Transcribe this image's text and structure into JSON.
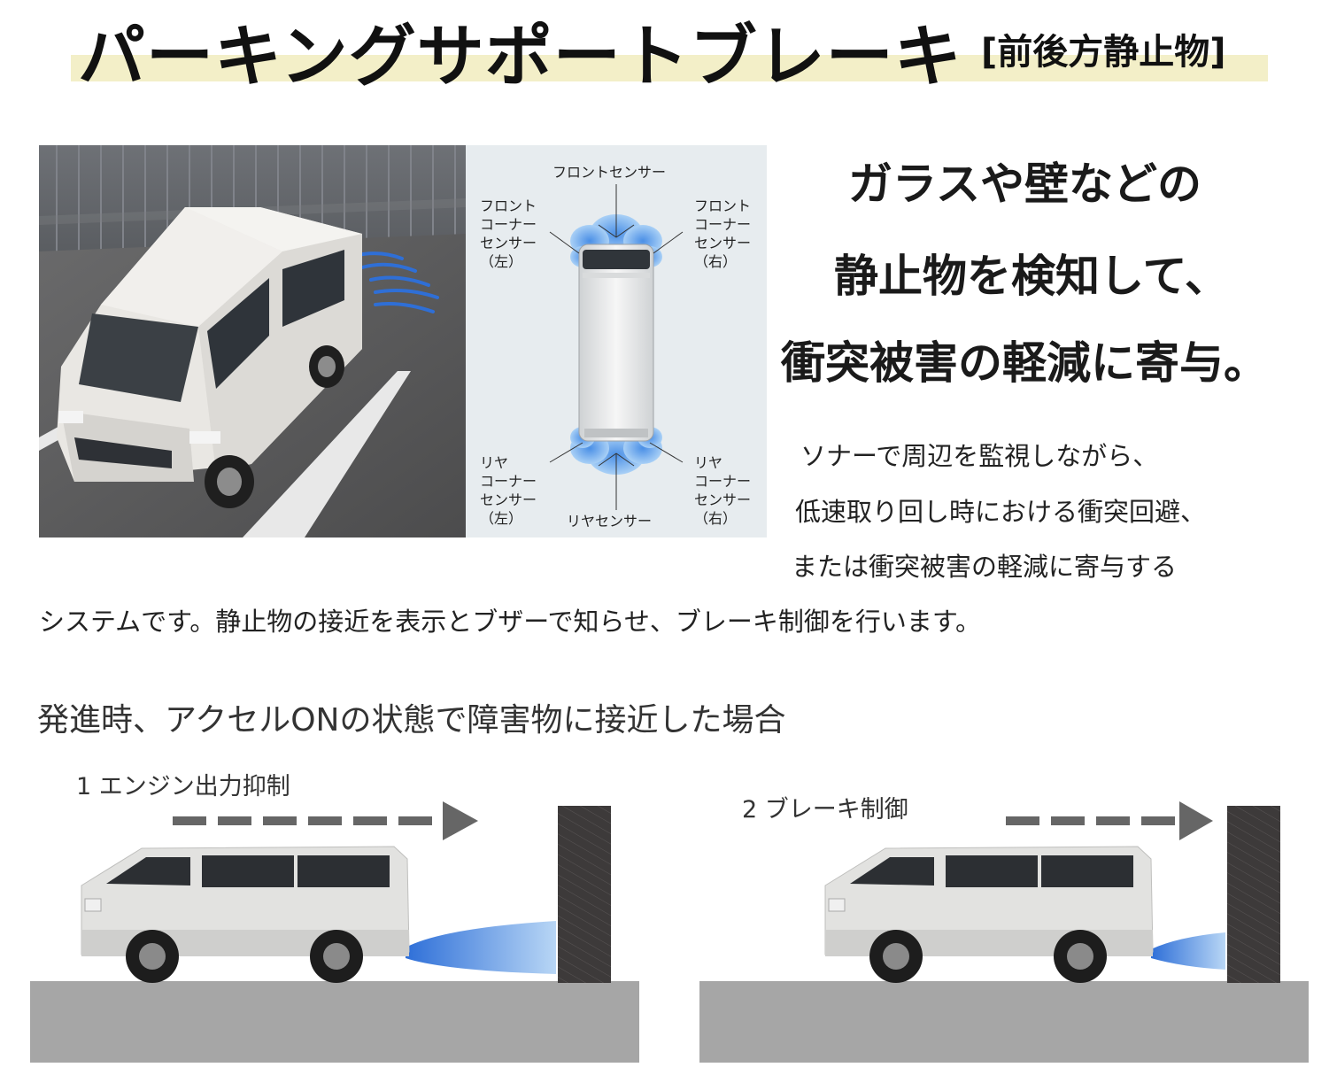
{
  "title": {
    "main": "パーキングサポートブレーキ",
    "sub": "[前後方静止物]"
  },
  "diagram": {
    "front_sensor": "フロントセンサー",
    "front_corner_left": "フロント\nコーナー\nセンサー\n（左）",
    "front_corner_right": "フロント\nコーナー\nセンサー\n（右）",
    "rear_corner_left": "リヤ\nコーナー\nセンサー\n（左）",
    "rear_corner_right": "リヤ\nコーナー\nセンサー\n（右）",
    "rear_sensor": "リヤセンサー"
  },
  "headline": {
    "line1": "ガラスや壁などの",
    "line2": "静止物を検知して、",
    "line3": "衝突被害の軽減に寄与。"
  },
  "body": {
    "line1": "ソナーで周辺を監視しながら、",
    "line2": "低速取り回し時における衝突回避、",
    "line3": "または衝突被害の軽減に寄与する",
    "line4": "システムです。静止物の接近を表示とブザーで知らせ、ブレーキ制御を行います。"
  },
  "section": {
    "heading": "発進時、アクセルONの状態で障害物に接近した場合",
    "step1": "1  エンジン出力抑制",
    "step2": "2  ブレーキ制御"
  },
  "colors": {
    "title_band": "#f3efc8",
    "sensor_blue": "#2f6fd6",
    "ground": "#a6a6a6",
    "wall": "#3d3a3a"
  }
}
